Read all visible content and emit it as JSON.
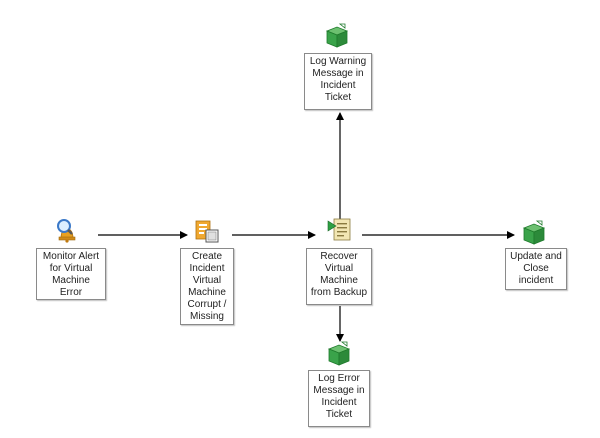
{
  "nodes": {
    "monitor_alert": {
      "label": "Monitor Alert\nfor Virtual\nMachine\nError",
      "icon": "monitor-magnifier-bell-icon"
    },
    "create_incident": {
      "label": "Create\nIncident\nVirtual\nMachine\nCorrupt /\nMissing",
      "icon": "incident-document-icon"
    },
    "recover_vm": {
      "label": "Recover\nVirtual\nMachine\nfrom Backup",
      "icon": "runbook-scroll-icon"
    },
    "update_close": {
      "label": "Update and\nClose\nincident",
      "icon": "green-box-arrow-icon"
    },
    "log_warning": {
      "label": "Log Warning\nMessage in\nIncident\nTicket",
      "icon": "green-box-arrow-icon"
    },
    "log_error": {
      "label": "Log Error\nMessage in\nIncident\nTicket",
      "icon": "green-box-arrow-icon"
    }
  },
  "colors": {
    "connector": "#000000",
    "label_border": "#8a8a8a",
    "box_green": "#3aa34a",
    "box_green_dark": "#1f7a2c",
    "bell_orange": "#e8a020",
    "scroll_tan": "#f2e6b3"
  }
}
